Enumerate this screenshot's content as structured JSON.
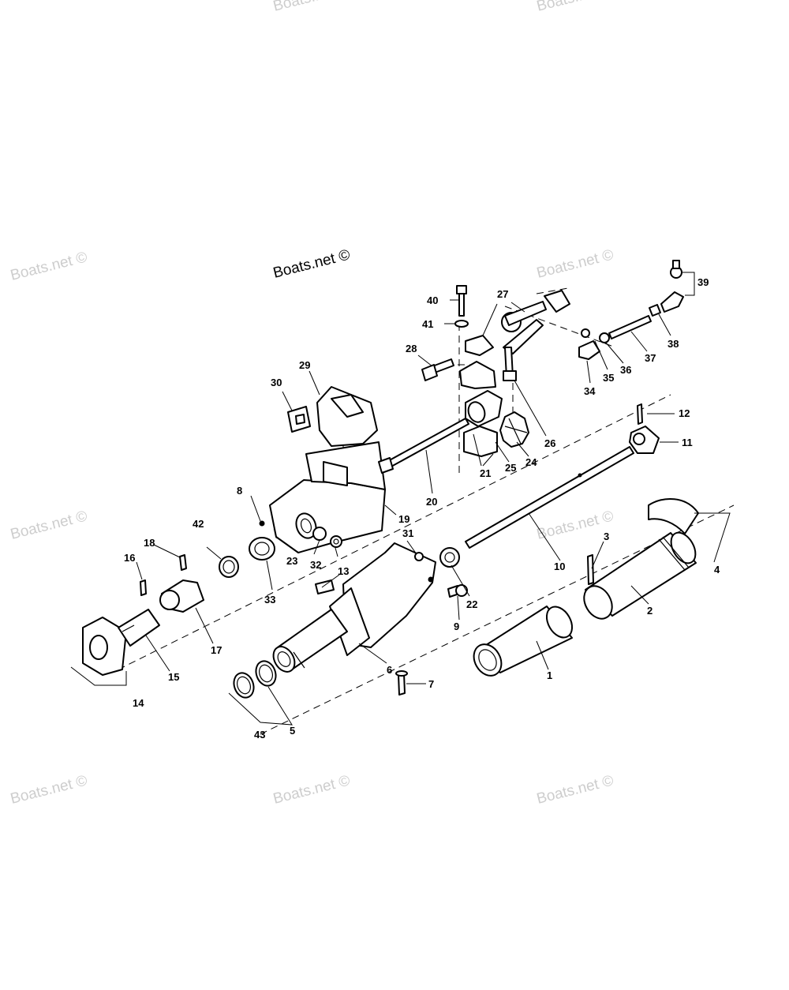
{
  "watermark": "Boats.net ©",
  "diagram_title": "Boats.net ©",
  "callouts": {
    "c1": "1",
    "c2": "2",
    "c3": "3",
    "c4": "4",
    "c5": "5",
    "c6": "6",
    "c7": "7",
    "c8": "8",
    "c9": "9",
    "c10": "10",
    "c11": "11",
    "c12": "12",
    "c13": "13",
    "c14": "14",
    "c15": "15",
    "c16": "16",
    "c17": "17",
    "c18": "18",
    "c19": "19",
    "c20": "20",
    "c21": "21",
    "c22": "22",
    "c23": "23",
    "c24": "24",
    "c25": "25",
    "c26": "26",
    "c27": "27",
    "c28": "28",
    "c29": "29",
    "c30": "30",
    "c31": "31",
    "c32": "32",
    "c33": "33",
    "c34": "34",
    "c35": "35",
    "c36": "36",
    "c37": "37",
    "c38": "38",
    "c39": "39",
    "c40": "40",
    "c41": "41",
    "c42": "42",
    "c43": "43"
  }
}
